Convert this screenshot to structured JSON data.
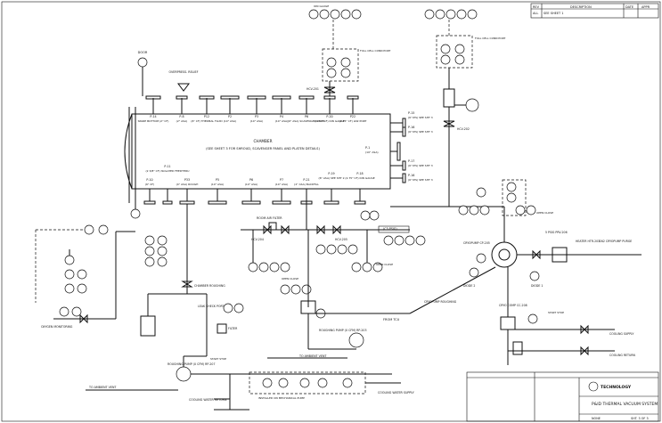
{
  "revision_block": {
    "headers": [
      "REV",
      "DESCRIPTION",
      "DATE",
      "APPR"
    ],
    "row": {
      "rev": "ALL",
      "description": "SEE SHEET 1"
    }
  },
  "chamber": {
    "title": "CHAMBER",
    "note": "(SEE SHEET 3 FOR SHROUD, SCAVENGER PANEL AND PLATEN DETAILS)"
  },
  "top_ports": [
    {
      "id": "P-14",
      "desc": "SPARE BOTTOM (2\" CF)"
    },
    {
      "id": "P-8",
      "desc": "(2\" ASA)"
    },
    {
      "id": "P12",
      "desc": "(6\" CF) THERMAL FLUID"
    },
    {
      "id": "P2",
      "desc": "(10\" ASA)"
    },
    {
      "id": "P3",
      "desc": "(10\" ASA)"
    },
    {
      "id": "P4",
      "desc": "(10\" ASA)"
    },
    {
      "id": "P6",
      "desc": "(6\" ASA) SCAVENGER PANEL"
    },
    {
      "id": "P-20",
      "desc": "(2.75\" CF) ION GAUGE"
    },
    {
      "id": "P22",
      "desc": "(2.75\" CF) LN2 PORT"
    }
  ],
  "bottom_ports": [
    {
      "id": "P-10",
      "desc": "(6\" CF)"
    },
    {
      "id": "P-11",
      "desc": "(2 3/8\" CF) ISOLATED FEEDTHRU"
    },
    {
      "id": "P33",
      "desc": "(4\" ASA) ROUGH"
    },
    {
      "id": "P5",
      "desc": "(10\" ASA)"
    },
    {
      "id": "P6",
      "desc": "(10\" ASA)"
    },
    {
      "id": "P7",
      "desc": "(10\" ASA)"
    },
    {
      "id": "P-21",
      "desc": "(2\" ASA) BACKFILL"
    },
    {
      "id": "P-19",
      "desc": "(6\" ASA) SEE SHT 2"
    },
    {
      "id": "P-18",
      "desc": "(2.75\" CF) ION GAUGE"
    }
  ],
  "side_ports": [
    {
      "id": "P-15",
      "desc": "(6\" IPS) SEE SHT 3"
    },
    {
      "id": "P-16",
      "desc": "(6\" IPS) SEE SHT 3"
    },
    {
      "id": "P-1",
      "desc": "(10\" ASA)"
    },
    {
      "id": "P-17",
      "desc": "(6\" IPS) SEE SHT 3"
    },
    {
      "id": "P-16",
      "desc": "(6\" IPS) SEE SHT 3"
    }
  ],
  "labels": {
    "door": "DOOR",
    "overpressure": "OVERPRESS. RELIEF",
    "hcv201": "HCV-201",
    "hcv202": "HCV-202",
    "hcv204": "HCV-204",
    "hcv205": "HCV-205",
    "room_air": "ROOM AIR FILTER",
    "c5": "(C5 PSIG)",
    "oxygen": "OXYGEN MONITORING",
    "chamber_roughing": "CHAMBER ROUGHING",
    "leak_check": "LEAK CHECK PORT",
    "filter": "FILTER",
    "roughing_pump": "ROUGHING PUMP (X CFM) RP-203",
    "roughing_pump2": "ROUGHING PUMP (X CFM) RP-207",
    "from_tcu": "FROM TCU",
    "cryopump_reg": "CRYOPUMP ROUGHING",
    "cryopump": "CRYOPUMP CP-205",
    "diode1": "DIODE 1",
    "diode2": "DIODE 2",
    "heater": "HEATER HTR-203",
    "gn2_purge": "GN2 CRYOPUMP PURGE",
    "psv": "5 PSIG PRV-206",
    "cooling_supply": "COOLING SUPPLY",
    "cooling_return": "COOLING RETURN",
    "cooling_water_return": "COOLING WATER RETURN",
    "cooling_water_supply": "COOLING WATER SUPPLY",
    "to_ambient": "TO AMBIENT VENT",
    "to_ambient2": "TO AMBIENT VENT",
    "installed": "INSTALLED ON MECHANICAL PUMP",
    "start_stop": "START STOP",
    "open_close": "OPEN CLOSE",
    "fuel_cell": "FULL CELL CONN PORT",
    "ion_gauge": "ION GAUGE",
    "compressor": "CRYO COMP CC-208"
  },
  "title_block": {
    "company": "TECHNOLOGY",
    "drawing_title": "P&ID THERMAL VACUUM SYSTEM",
    "sheet": "SHT. 3 OF 3",
    "scale": "NONE"
  }
}
